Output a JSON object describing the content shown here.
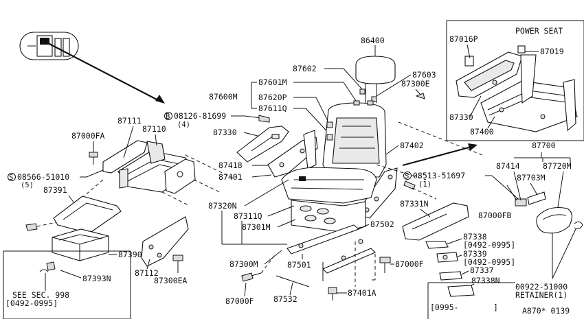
{
  "power_seat_title": "POWER SEAT",
  "diagram_code": "A870* 0139",
  "parts": {
    "p86400": "86400",
    "p87602": "87602",
    "p87603": "87603",
    "p87300E": "87300E",
    "p87601M": "87601M",
    "p87600M": "87600M",
    "p87620P": "87620P",
    "p87611Q": "87611Q",
    "p87330_left": "87330",
    "p87418": "87418",
    "p87401": "87401",
    "p87402": "87402",
    "p87111": "87111",
    "p87110": "87110",
    "p87000FA": "87000FA",
    "p87391": "87391",
    "p87390": "87390",
    "p87393N": "87393N",
    "p87112": "87112",
    "p87300EA": "87300EA",
    "p87320N": "87320N",
    "p87311Q": "87311Q",
    "p87301M": "87301M",
    "p87300M": "87300M",
    "p87501": "87501",
    "p87502": "87502",
    "p87000F_right": "87000F",
    "p87000F_bottom": "87000F",
    "p87532": "87532",
    "p87401A": "87401A",
    "p87331N": "87331N",
    "p87000FB": "87000FB",
    "p87338": "87338",
    "p87339": "87339",
    "p87337": "87337",
    "p87338N": "87338N",
    "p87016P": "87016P",
    "p87019": "87019",
    "p87330_power": "87330",
    "p87400": "87400",
    "p87700": "87700",
    "p87414": "87414",
    "p87720M": "87720M",
    "p87703M": "87703M"
  },
  "callouts": {
    "bolt_b_letter": "B",
    "bolt_b_number": "08126-81699",
    "bolt_b_qty": "(4)",
    "screw_s1_letter": "S",
    "screw_s1_number": "08566-51010",
    "screw_s1_qty": "(5)",
    "screw_s2_letter": "S",
    "screw_s2_number": "08513-51697",
    "screw_s2_qty": "(1)",
    "retainer_number": "00922-51000",
    "retainer_label": "RETAINER(1)"
  },
  "date_codes": {
    "d87338": "[0492-0995]",
    "d87339": "[0492-0995]",
    "d87338N_start": "[0995-",
    "d87338N_end": "]"
  },
  "see_section": {
    "line1": "SEE SEC. 998",
    "line2": "[0492-0995]"
  }
}
